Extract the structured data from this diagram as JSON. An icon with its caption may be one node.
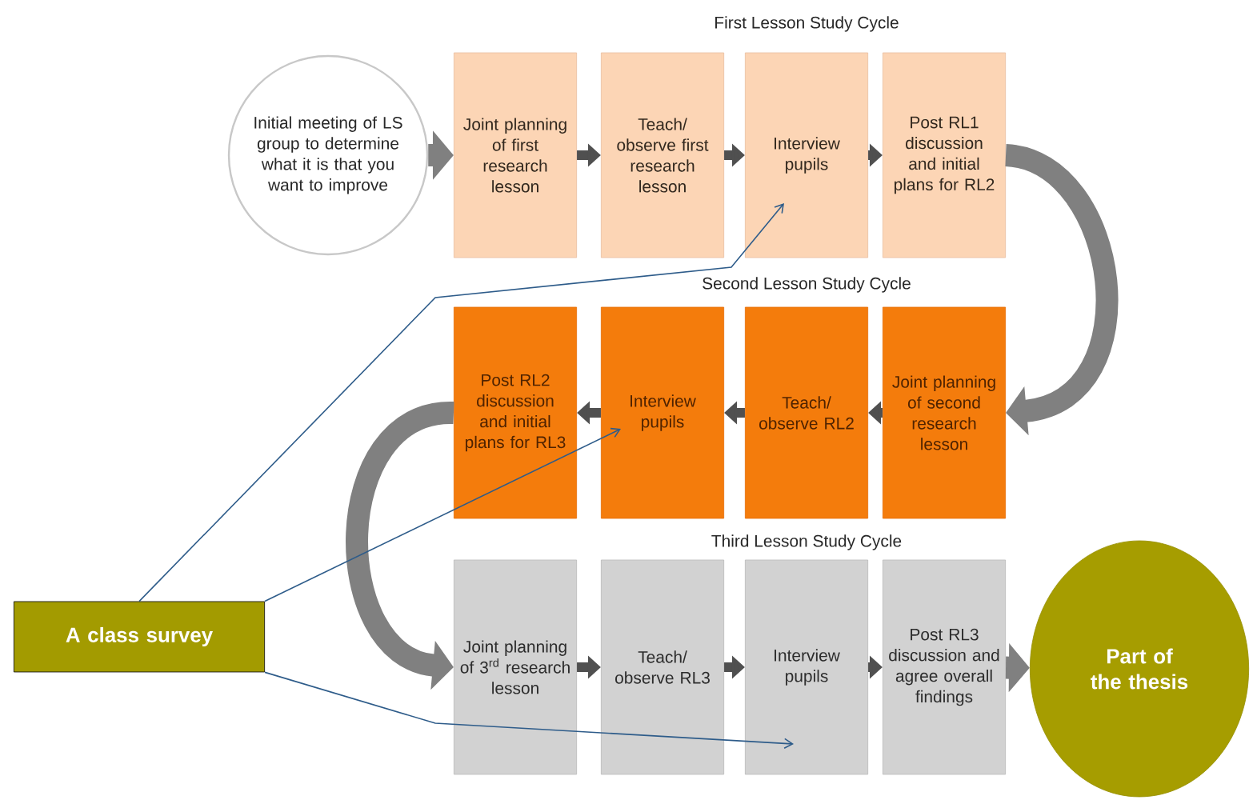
{
  "diagram": {
    "nodes": [
      {
        "text": [
          "Initial meeting of LS group to determine what it is that you want to improve"
        ]
      },
      {
        "text": [
          "Joint planning of first research lesson"
        ]
      },
      {
        "text": [
          "Teach/ observe first research lesson"
        ]
      },
      {
        "text": [
          "Interview pupils"
        ]
      },
      {
        "text": [
          "Post RL1 discussion and initial plans for RL2"
        ]
      },
      {
        "text": [
          "Post RL2 discussion and initial plans for RL3"
        ]
      },
      {
        "text": [
          "Interview pupils"
        ]
      },
      {
        "text": [
          "Teach/ observe RL2"
        ]
      },
      {
        "text": [
          "Joint planning of second research lesson"
        ]
      },
      {
        "text": [
          "Joint planning of 3$^{rd}$ research lesson"
        ]
      },
      {
        "text": [
          "Teach/ observe RL3"
        ]
      },
      {
        "text": [
          "Interview pupils"
        ]
      },
      {
        "text": [
          "Post RL3 discussion and agree overall findings"
        ]
      },
      {
        "text": [
          "Part of the thesis"
        ]
      },
      {
        "text": [
          "A class survey"
        ]
      }
    ],
    "edges": [
      {
        "from": 0,
        "to": 1,
        "arrow": "to",
        "style": "thick"
      },
      {
        "from": 1,
        "to": 2,
        "arrow": "to"
      },
      {
        "from": 2,
        "to": 3,
        "arrow": "to"
      },
      {
        "from": 3,
        "to": 4,
        "arrow": "to"
      },
      {
        "from": 4,
        "to": 8,
        "arrow": "to",
        "style": "thick"
      },
      {
        "from": 8,
        "to": 7,
        "arrow": "to"
      },
      {
        "from": 7,
        "to": 6,
        "arrow": "to"
      },
      {
        "from": 6,
        "to": 5,
        "arrow": "to"
      },
      {
        "from": 5,
        "to": 9,
        "arrow": "to",
        "style": "thick"
      },
      {
        "from": 9,
        "to": 10,
        "arrow": "to"
      },
      {
        "from": 10,
        "to": 11,
        "arrow": "to"
      },
      {
        "from": 11,
        "to": 12,
        "arrow": "to"
      },
      {
        "from": 12,
        "to": 13,
        "arrow": "to",
        "style": "thick"
      },
      {
        "from": 14,
        "to": 3,
        "arrow": "to",
        "color": "#2e5c8a"
      },
      {
        "from": 14,
        "to": 6,
        "arrow": "to",
        "color": "#2e5c8a"
      },
      {
        "from": 14,
        "to": 11,
        "arrow": "to",
        "color": "#2e5c8a"
      }
    ],
    "labels": [
      "First Lesson Study Cycle",
      "Second Lesson Study Cycle",
      "Third Lesson Study Cycle"
    ]
  }
}
